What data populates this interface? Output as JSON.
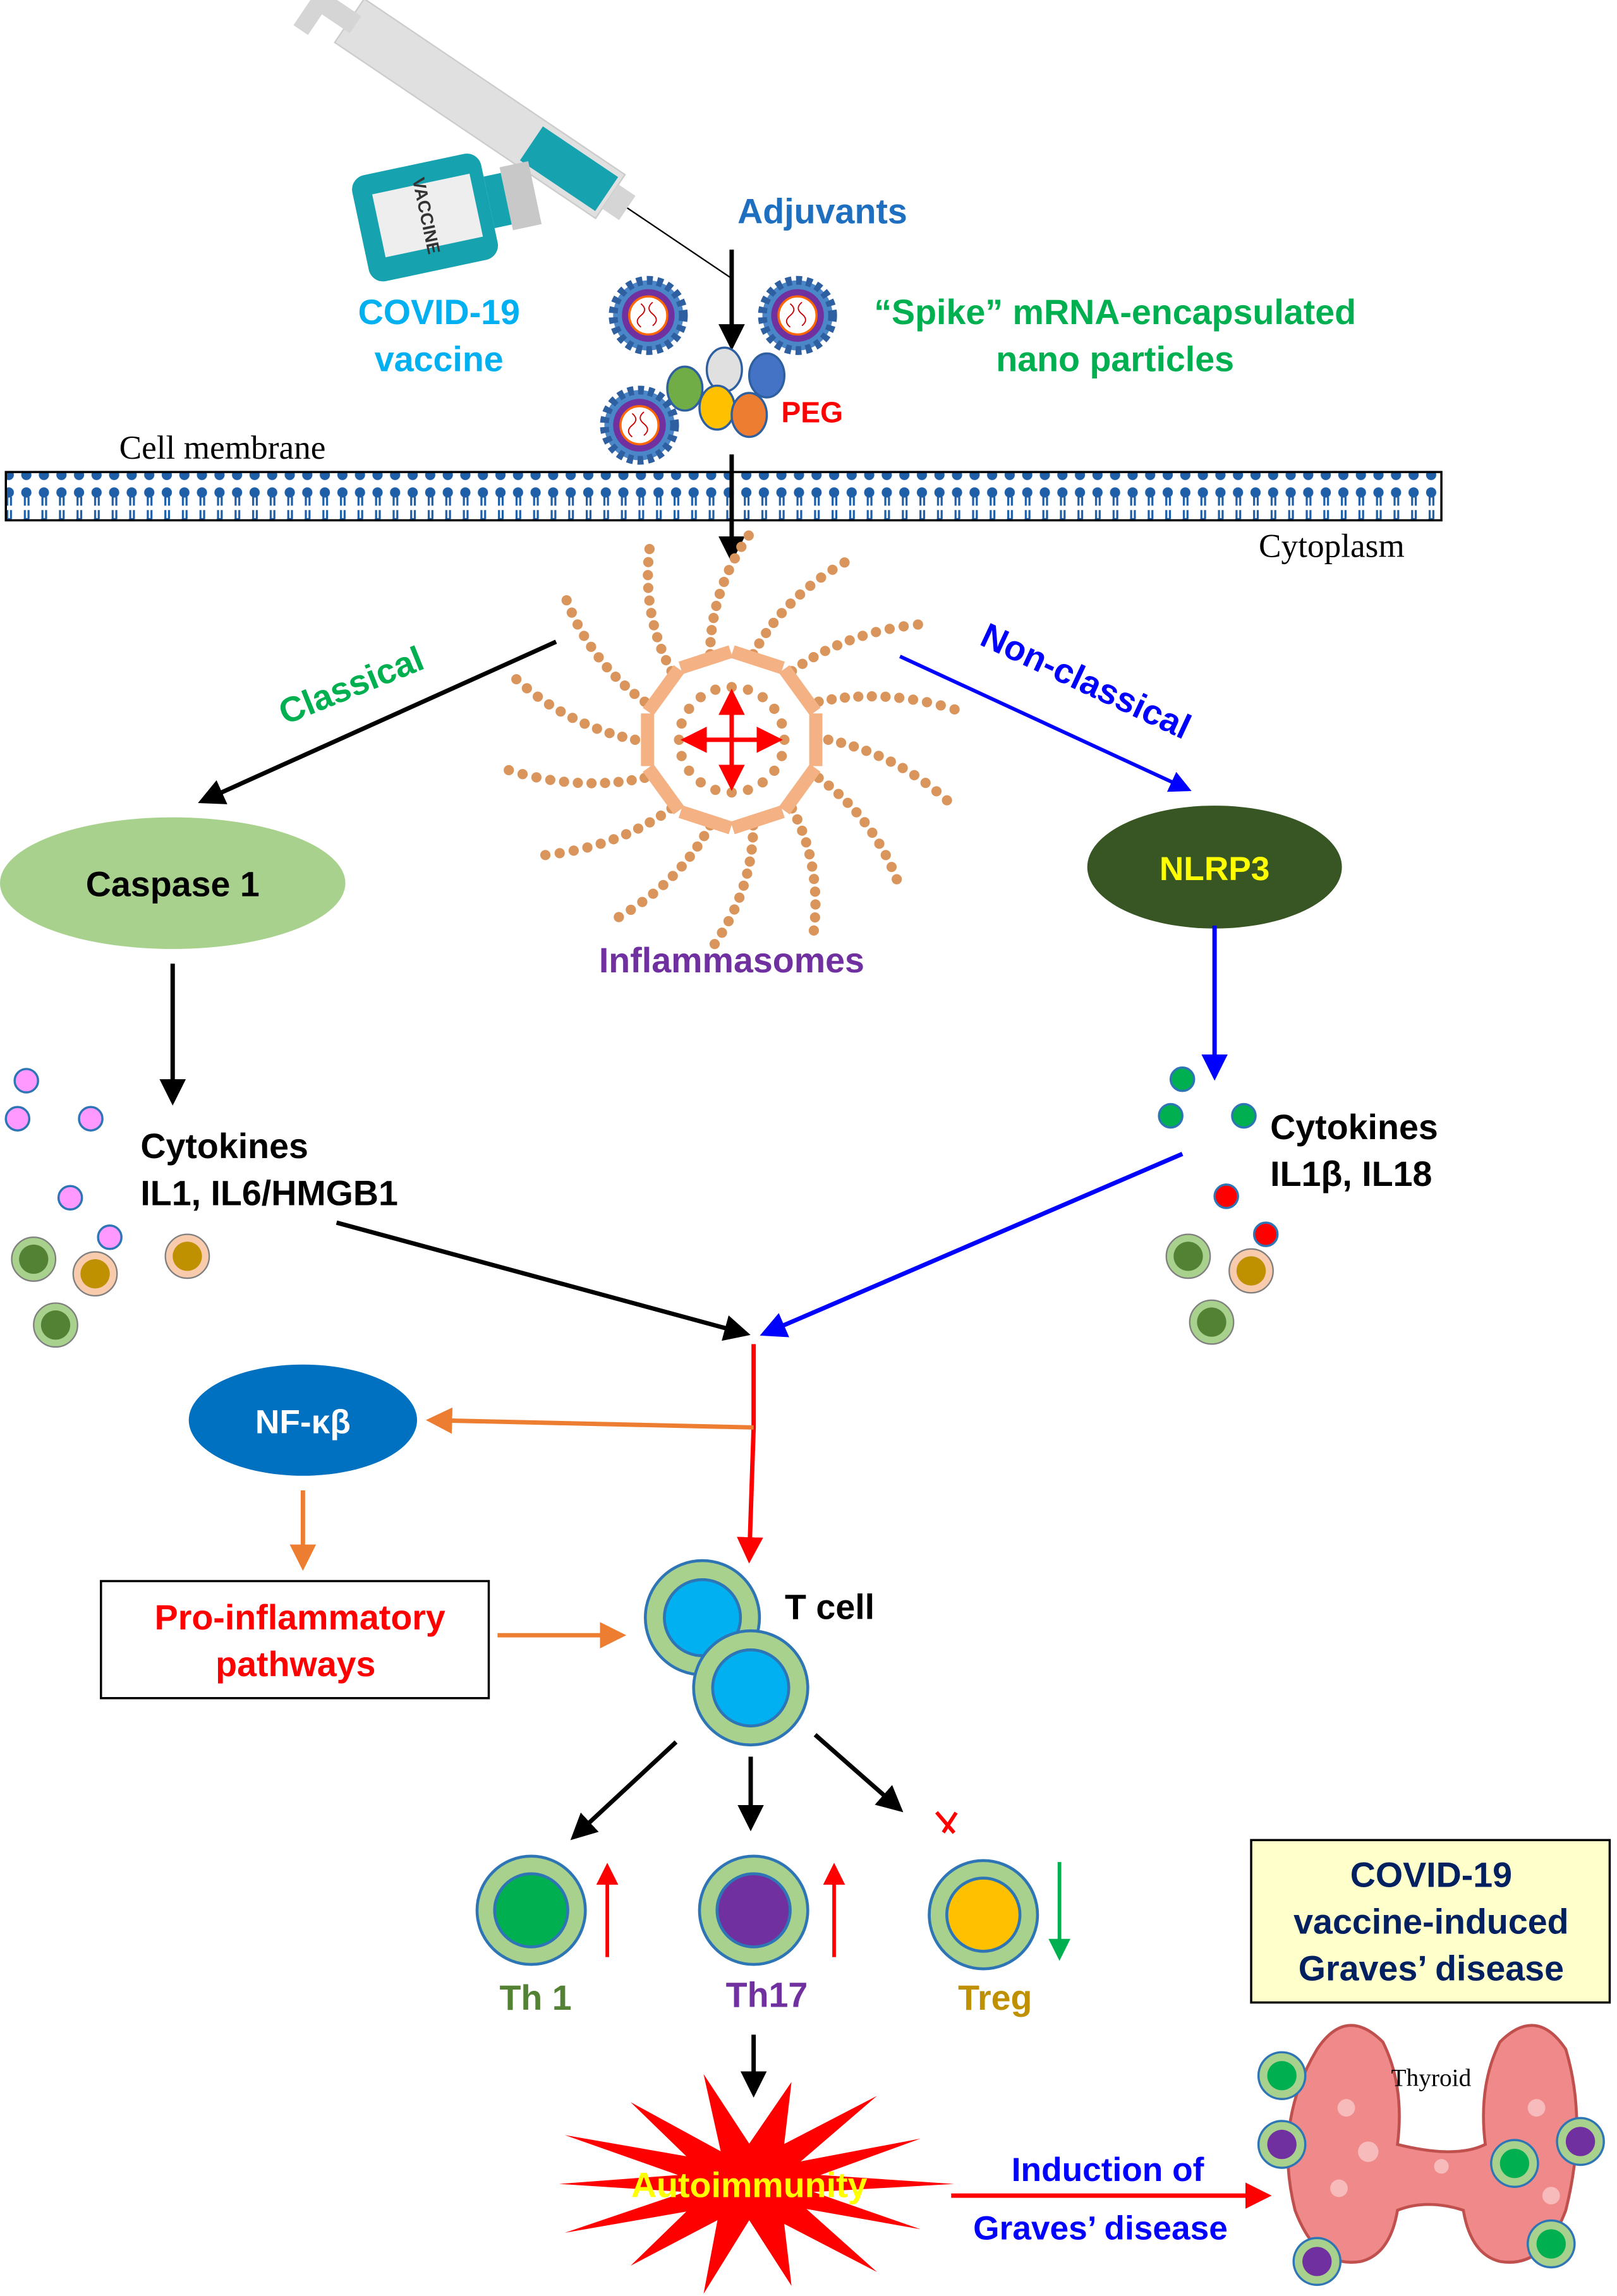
{
  "top": {
    "vial_label": "VACCINE",
    "adjuvants": "Adjuvants",
    "vaccine_line1": "COVID-19",
    "vaccine_line2": "vaccine",
    "nano_line1": "“Spike” mRNA-encapsulated",
    "nano_line2": "nano particles",
    "peg": "PEG",
    "cell_membrane": "Cell membrane",
    "cytoplasm": "Cytoplasm"
  },
  "pathways": {
    "classical": "Classical",
    "non_classical": "Non-classical",
    "inflammasomes": "Inflammasomes",
    "caspase": "Caspase 1",
    "nlrp3": "NLRP3",
    "cytokines_left_1": "Cytokines",
    "cytokines_left_2": "IL1, IL6/HMGB1",
    "cytokines_right_1": "Cytokines",
    "cytokines_right_2": "IL1β, IL18"
  },
  "lower": {
    "nfkb": "NF-κβ",
    "pro_line1": "Pro-inflammatory",
    "pro_line2": "pathways",
    "tcell": "T cell",
    "th1": "Th 1",
    "th17": "Th17",
    "treg": "Treg",
    "autoimmunity": "Autoimmunity",
    "induction_line1": "Induction of",
    "induction_line2": "Graves’ disease",
    "box_line1": "COVID-19",
    "box_line2": "vaccine-induced",
    "box_line3": "Graves’ disease",
    "thyroid": "Thyroid"
  },
  "colors": {
    "classical": "#00b050",
    "non_classical": "#0000ff",
    "caspase": "#a9d18e",
    "nlrp3": "#375623",
    "nfkb": "#0070c0",
    "th1": "#00b050",
    "th17": "#7030a0",
    "treg": "#ffc000"
  }
}
